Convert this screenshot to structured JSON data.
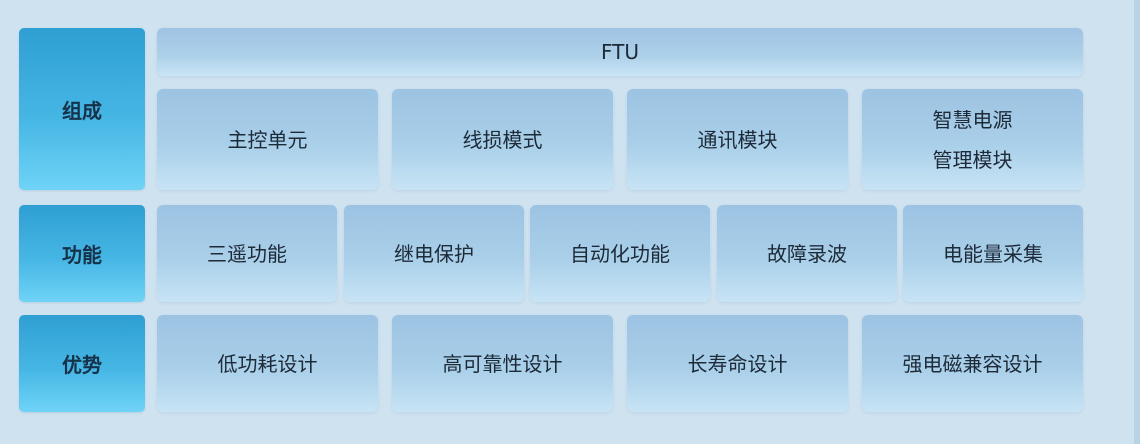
{
  "rows": {
    "composition": {
      "label": "组成",
      "header": "FTU",
      "items": [
        "主控单元",
        "线损模式",
        "通讯模块"
      ],
      "item4": {
        "line1": "智慧电源",
        "line2": "管理模块"
      }
    },
    "function": {
      "label": "功能",
      "items": [
        "三遥功能",
        "继电保护",
        "自动化功能",
        "故障录波",
        "电能量采集"
      ]
    },
    "advantage": {
      "label": "优势",
      "items": [
        "低功耗设计",
        "高可靠性设计",
        "长寿命设计",
        "强电磁兼容设计"
      ]
    }
  }
}
